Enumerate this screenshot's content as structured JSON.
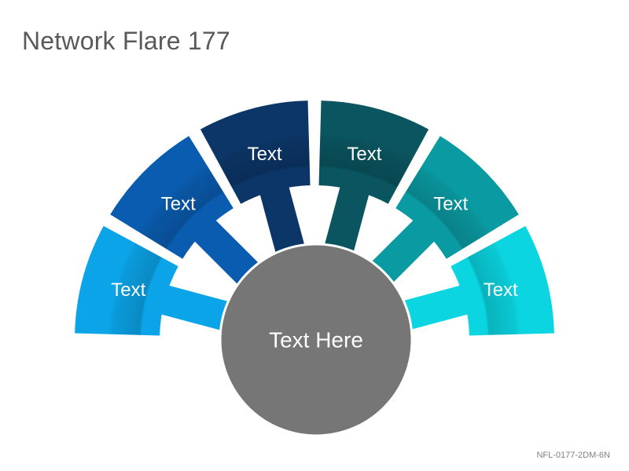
{
  "title": "Network Flare 177",
  "hub": {
    "label": "Text Here",
    "color": "#767676"
  },
  "segments": [
    {
      "label": "Text",
      "color": "#0BA4E9",
      "icon": "none"
    },
    {
      "label": "Text",
      "color": "#0A5CB0",
      "icon": "none"
    },
    {
      "label": "Text",
      "color": "#0C3668",
      "icon": "none"
    },
    {
      "label": "Text",
      "color": "#0A5560",
      "icon": "none"
    },
    {
      "label": "Text",
      "color": "#0A9BA2",
      "icon": "none"
    },
    {
      "label": "Text",
      "color": "#0AD5E0",
      "icon": "none"
    }
  ],
  "product_code": "NFL-0177-2DM-6N"
}
